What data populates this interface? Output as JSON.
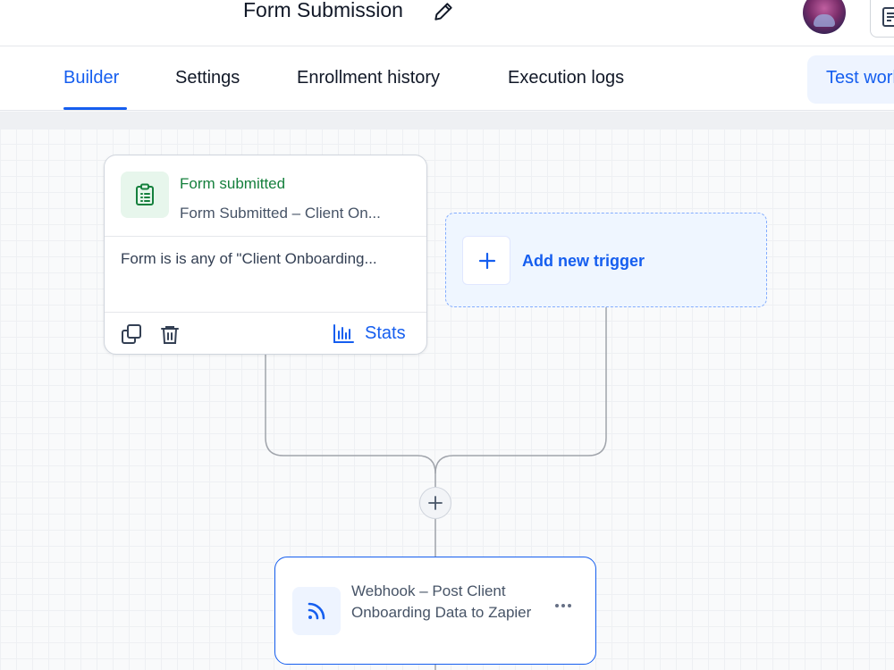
{
  "header": {
    "workflow_title": "Form Submission",
    "edit_icon": "pencil-icon",
    "avatar": "user-avatar",
    "right_icon": "document-icon"
  },
  "tabs": [
    {
      "label": "Builder",
      "active": true
    },
    {
      "label": "Settings",
      "active": false
    },
    {
      "label": "Enrollment history",
      "active": false
    },
    {
      "label": "Execution logs",
      "active": false
    }
  ],
  "test_button": {
    "label": "Test workflow"
  },
  "trigger_card": {
    "icon": "clipboard-list-icon",
    "type": "Form submitted",
    "name": "Form Submitted – Client On...",
    "filter": "Form is is any of \"Client Onboarding...",
    "stats_label": "Stats"
  },
  "add_trigger": {
    "label": "Add new trigger"
  },
  "action_card": {
    "icon": "webhook-icon",
    "title": "Webhook – Post Client Onboarding Data to Zapier"
  },
  "colors": {
    "accent": "#155eef",
    "trigger_green": "#15803d",
    "trigger_bg": "#e7f6ec",
    "add_trigger_bg": "#eff6ff"
  }
}
